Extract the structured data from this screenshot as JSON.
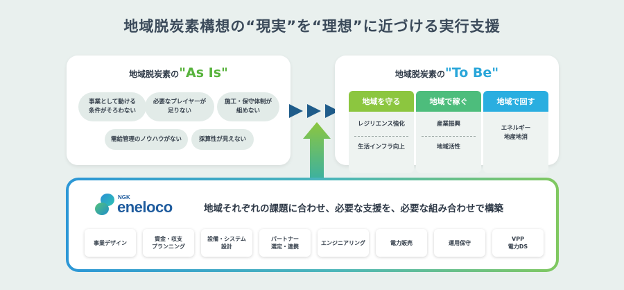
{
  "title": "地域脱炭素構想の“現実”を“理想”に近づける実行支援",
  "as_is": {
    "title_prefix": "地域脱炭素の",
    "title_accent": "\"As Is\"",
    "issues": [
      "事業として動ける\n条件がそろわない",
      "必要なプレイヤーが\n足りない",
      "施工・保守体制が\n組めない",
      "需給管理のノウハウがない",
      "採算性が見えない"
    ]
  },
  "to_be": {
    "title_prefix": "地域脱炭素の",
    "title_accent": "\"To Be\"",
    "goals": [
      {
        "label": "地域を守る",
        "color": "#8cc63f",
        "items": [
          "レジリエンス強化",
          "生活インフラ向上"
        ]
      },
      {
        "label": "地域で稼ぐ",
        "color": "#4dbd7c",
        "items": [
          "産業振興",
          "地域活性"
        ]
      },
      {
        "label": "地域で回す",
        "color": "#2aaee0",
        "items": [
          "エネルギー\n地産地消"
        ]
      }
    ]
  },
  "support": {
    "logo_small": "NGK",
    "logo_text": "eneloco",
    "heading": "地域それぞれの課題に合わせ、必要な支援を、必要な組み合わせで構築",
    "services": [
      "事業デザイン",
      "資金・収支\nプランニング",
      "設備・システム\n設計",
      "パートナー\n選定・連携",
      "エンジニアリング",
      "電力販売",
      "運用保守",
      "VPP\n電力DS"
    ]
  },
  "colors": {
    "as_is_accent": "#58b33d",
    "to_be_accent": "#29a6d9",
    "arrow": "#1f5c8a",
    "up_arrow_top": "#8cc63f",
    "up_arrow_bottom": "#39b0a4"
  }
}
